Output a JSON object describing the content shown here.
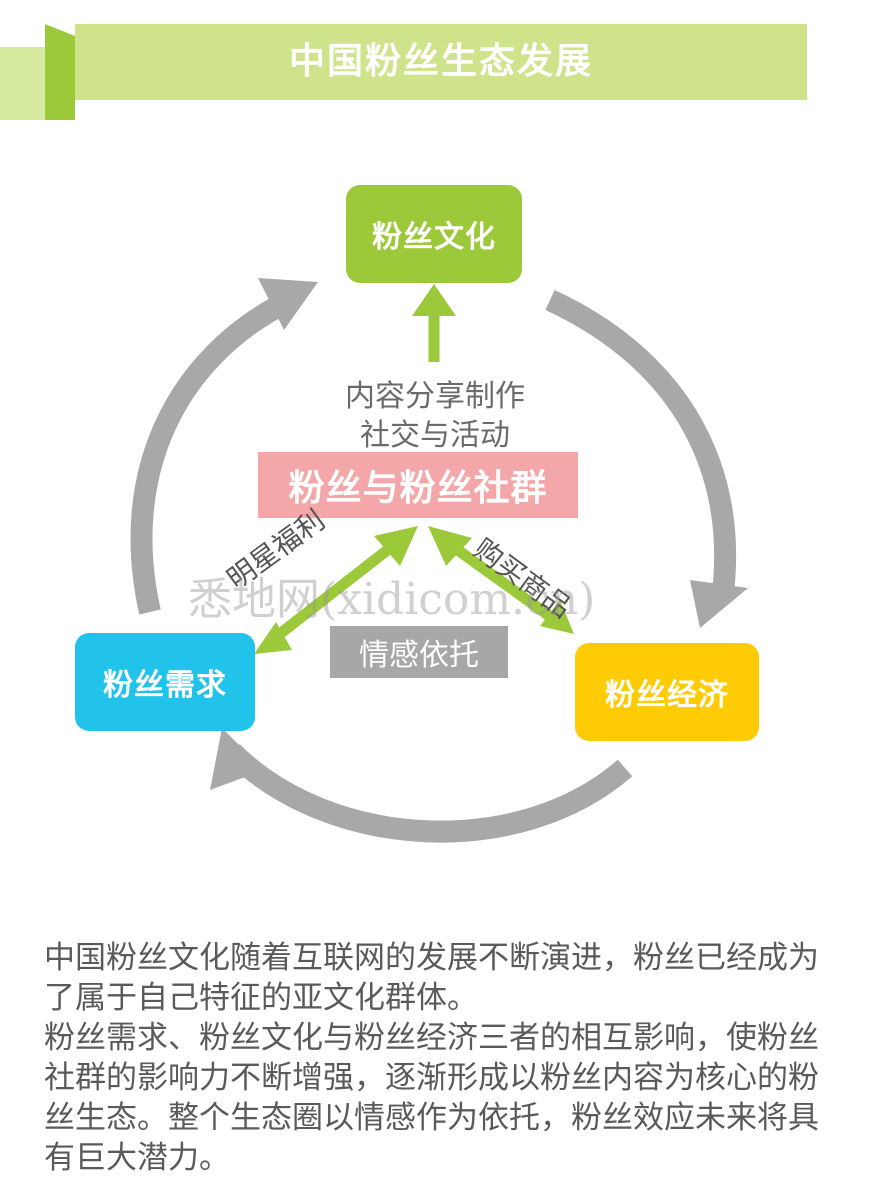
{
  "title": "中国粉丝生态发展",
  "nodes": {
    "culture": "粉丝文化",
    "demand": "粉丝需求",
    "economy": "粉丝经济"
  },
  "center": "粉丝与粉丝社群",
  "center_caption": [
    "内容分享制作",
    "社交与活动"
  ],
  "left_arrow_label": "明星福利",
  "right_arrow_label": "购买商品",
  "emotion_label": "情感依托",
  "watermark": "悉地网(xidicom.cn)",
  "paragraphs": [
    "中国粉丝文化随着互联网的发展不断演进，粉丝已经成为了属于自己特征的亚文化群体。",
    "粉丝需求、粉丝文化与粉丝经济三者的相互影响，使粉丝社群的影响力不断增强，逐渐形成以粉丝内容为核心的粉丝生态。整个生态圈以情感作为依托，粉丝效应未来将具有巨大潜力。"
  ],
  "colors": {
    "banner": "#cfe48a",
    "banner_dark": "#9bc93a",
    "culture": "#9bc93a",
    "demand": "#21c3ea",
    "economy": "#ffcb05",
    "center": "#f4a7a9",
    "emotion": "#a7a7a7",
    "cycle_arrow": "#a8a8a8",
    "green_arrow": "#9bc93a"
  }
}
